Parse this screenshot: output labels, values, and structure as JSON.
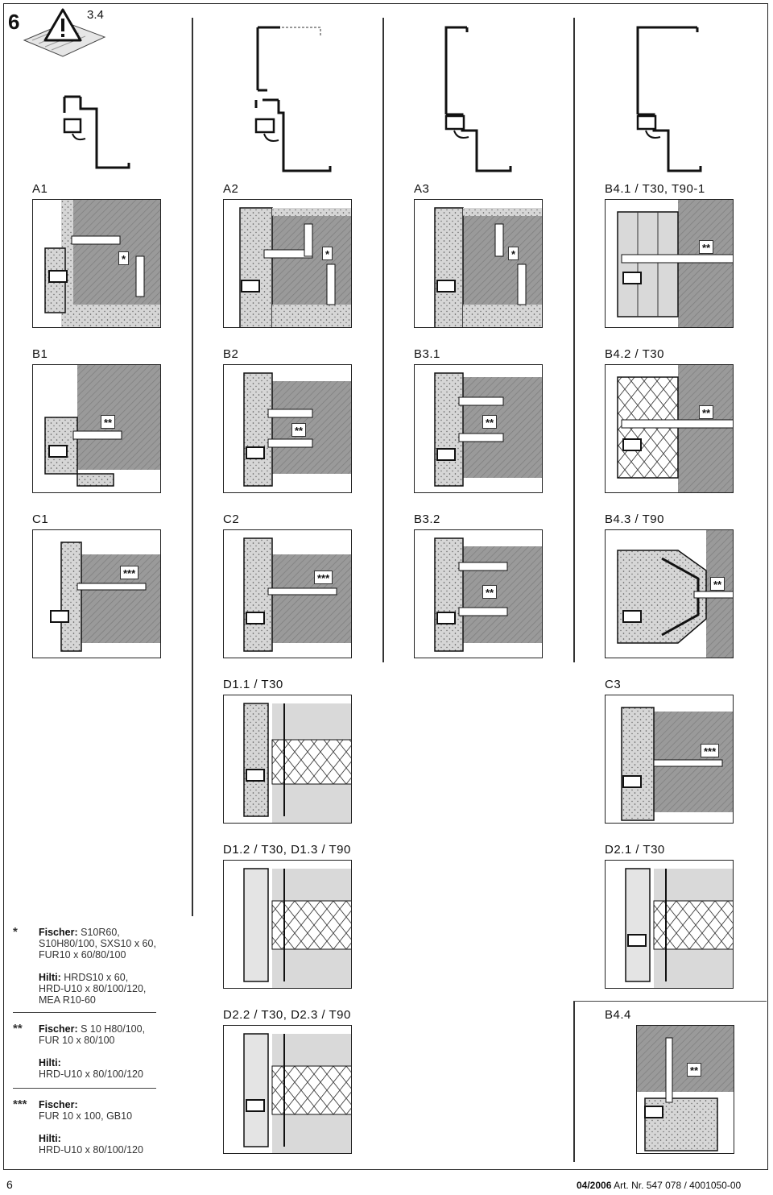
{
  "section_number": "6",
  "warning_ref": "3.4",
  "labels": {
    "A1": "A1",
    "A2": "A2",
    "A3": "A3",
    "B41": "B4.1 / T30, T90-1",
    "B1": "B1",
    "B2": "B2",
    "B31": "B3.1",
    "B42": "B4.2 / T30",
    "C1": "C1",
    "C2": "C2",
    "B32": "B3.2",
    "B43": "B4.3 / T90",
    "D11": "D1.1 / T30",
    "C3": "C3",
    "D12": "D1.2 / T30, D1.3 / T90",
    "D21": "D2.1 / T30",
    "D22": "D2.2 / T30, D2.3 / T90",
    "B44": "B4.4"
  },
  "markers": {
    "one": "*",
    "two": "**",
    "three": "***"
  },
  "legend": {
    "s1_mark": "*",
    "s1_fischer_label": "Fischer:",
    "s1_fischer_l1": "S10R60,",
    "s1_fischer_l2": "S10H80/100, SXS10 x 60,",
    "s1_fischer_l3": "FUR10 x 60/80/100",
    "s1_hilti_label": "Hilti:",
    "s1_hilti_l1": "HRDS10 x 60,",
    "s1_hilti_l2": "HRD-U10 x 80/100/120,",
    "s1_hilti_l3": "MEA R10-60",
    "s2_mark": "**",
    "s2_fischer_label": "Fischer:",
    "s2_fischer_l1": "S 10 H80/100,",
    "s2_fischer_l2": "FUR 10 x 80/100",
    "s2_hilti_label": "Hilti:",
    "s2_hilti_l1": "HRD-U10 x 80/100/120",
    "s3_mark": "***",
    "s3_fischer_label": "Fischer:",
    "s3_fischer_l1": "FUR 10 x 100, GB10",
    "s3_hilti_label": "Hilti:",
    "s3_hilti_l1": "HRD-U10 x 80/100/120"
  },
  "footer": {
    "page": "6",
    "date": "04/2006",
    "article_label": "Art. Nr.",
    "article_number": "547 078 / 4001050-00"
  }
}
